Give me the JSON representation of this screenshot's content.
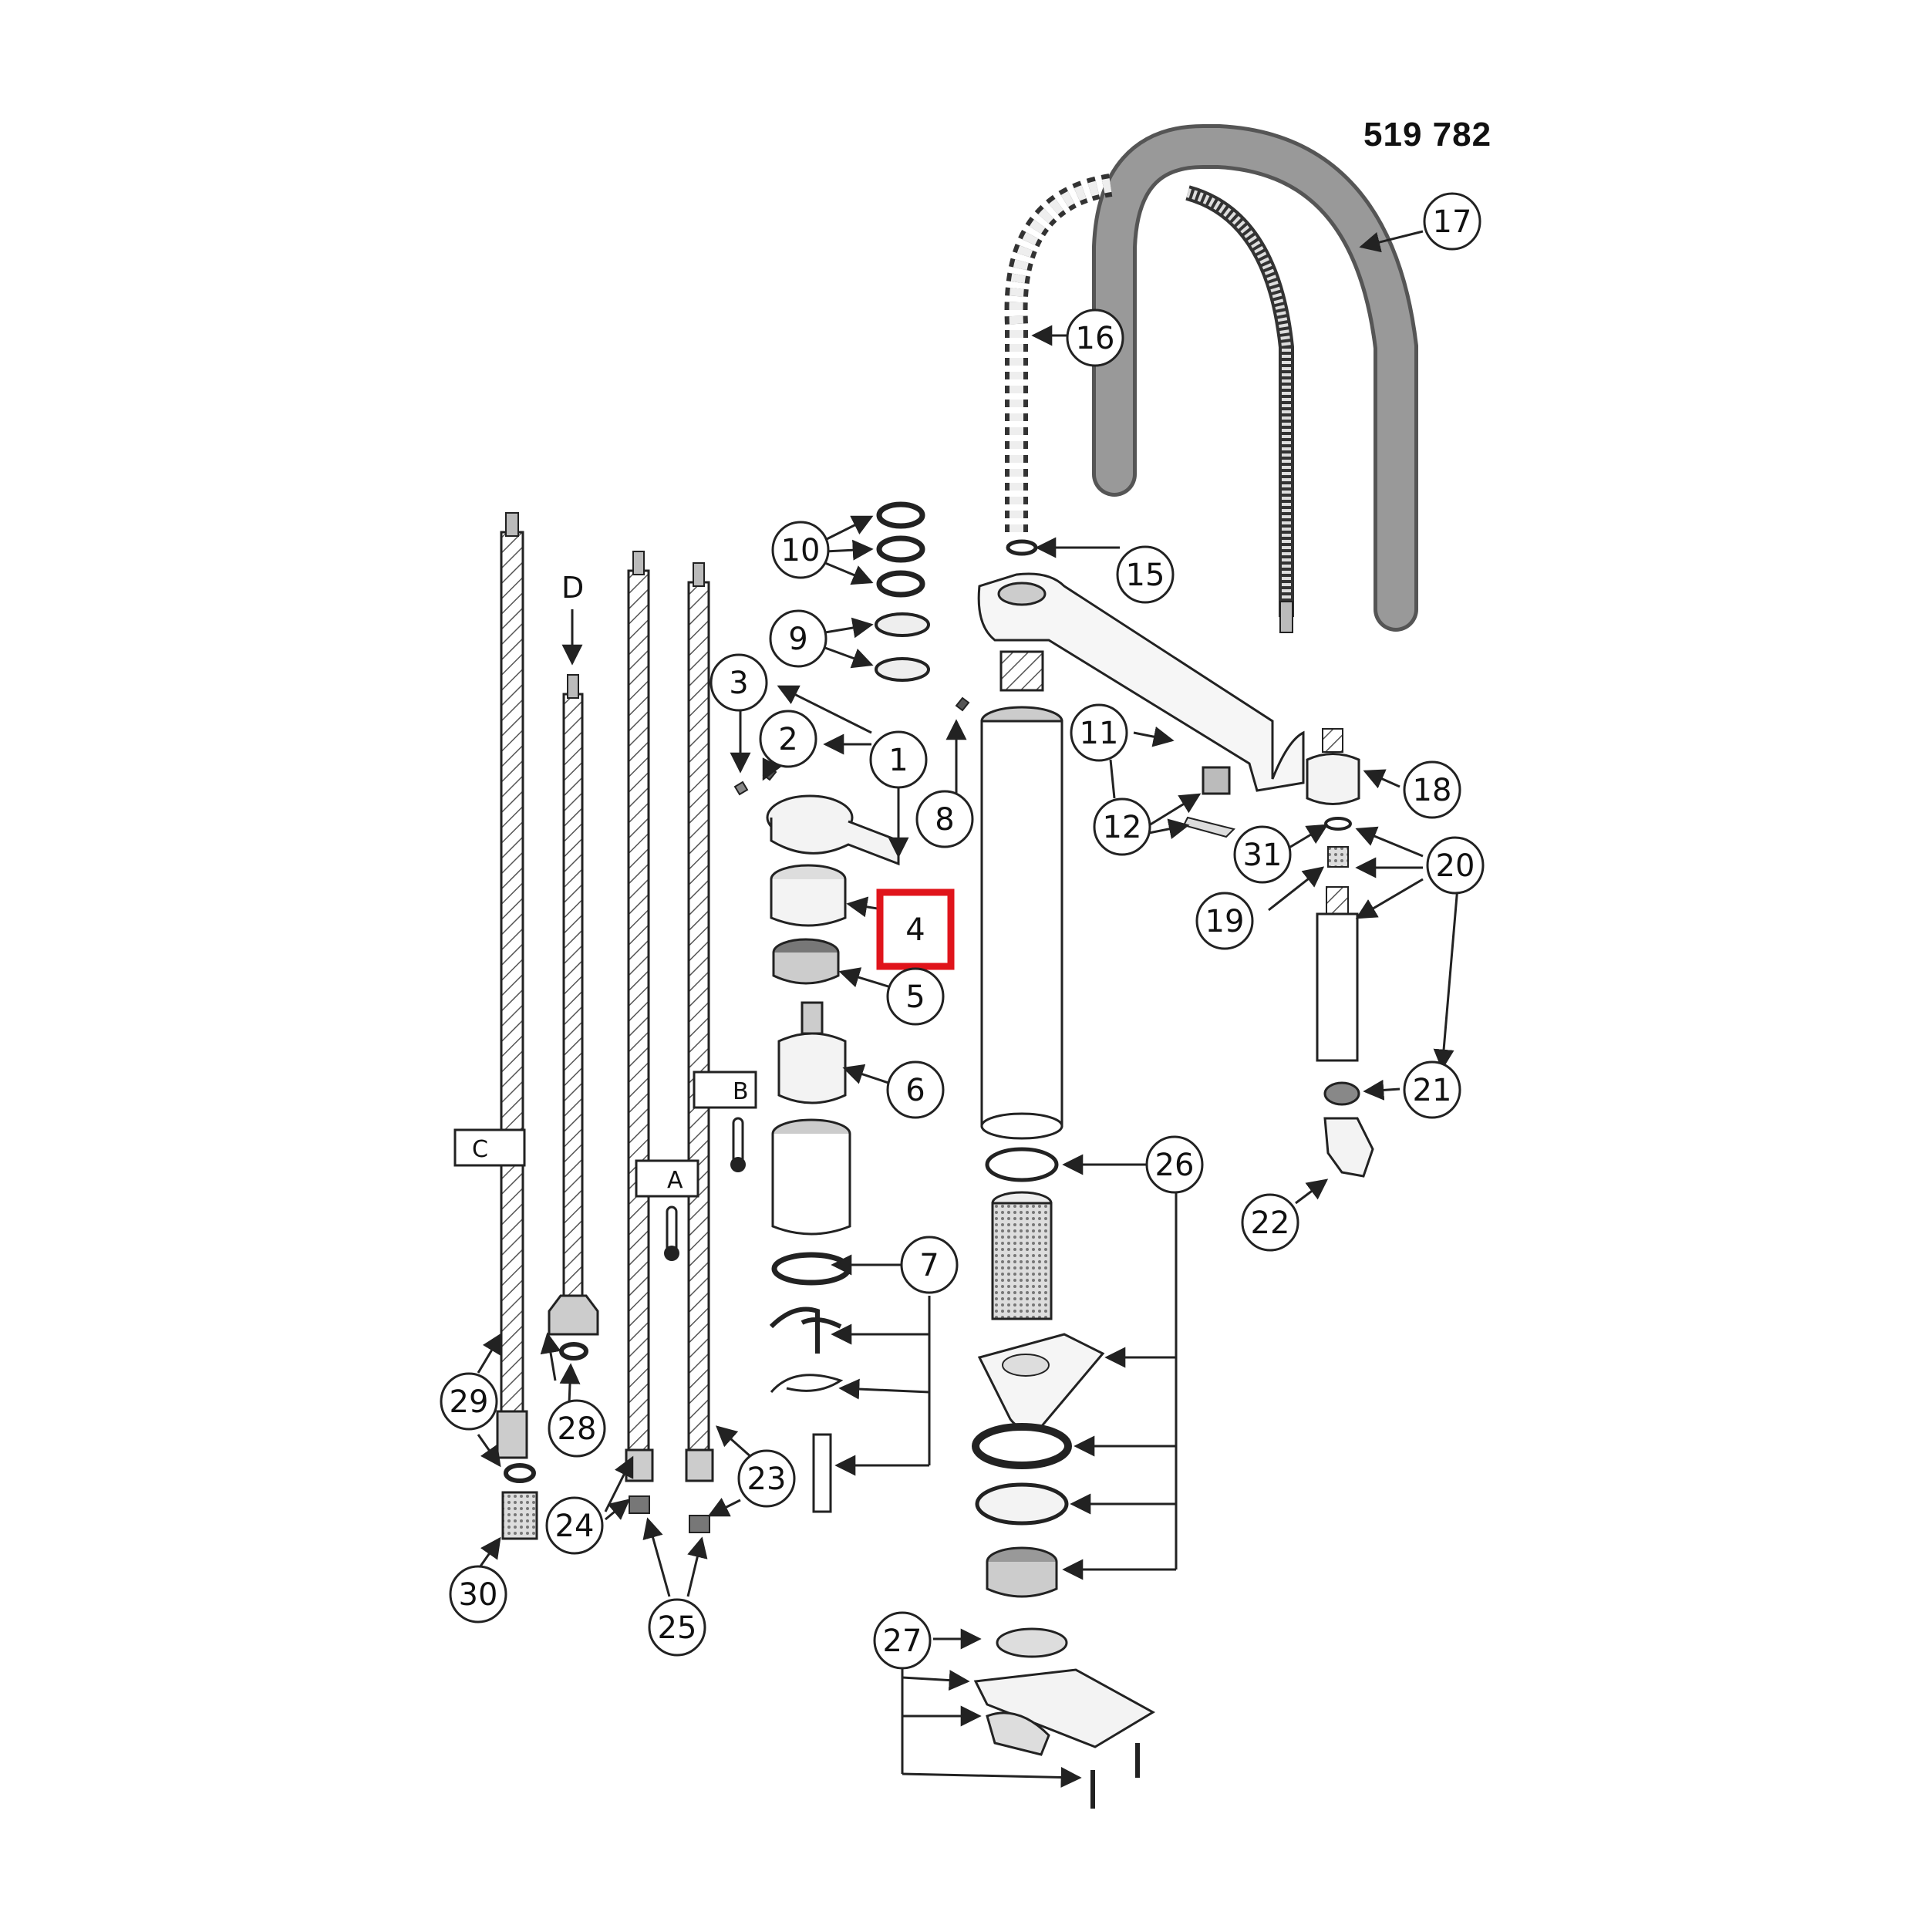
{
  "document_number": "519 782",
  "highlighted_callout": "4",
  "highlight_color": "#e0141b",
  "line_color": "#222222",
  "callouts": [
    "1",
    "2",
    "3",
    "4",
    "5",
    "6",
    "7",
    "8",
    "9",
    "10",
    "11",
    "12",
    "15",
    "16",
    "17",
    "18",
    "19",
    "20",
    "21",
    "22",
    "23",
    "24",
    "25",
    "26",
    "27",
    "28",
    "29",
    "30",
    "31"
  ],
  "hose_labels": {
    "a": "A",
    "b": "B",
    "c": "C",
    "d": "D"
  },
  "parts": {
    "spout": "spout-arm",
    "body": "mixer-body-column",
    "hoses": [
      "hose-c",
      "hose-d",
      "hose-a",
      "hose-b"
    ],
    "flexible_hose": "flexible-spray-hose",
    "spring": "spring-guide"
  }
}
